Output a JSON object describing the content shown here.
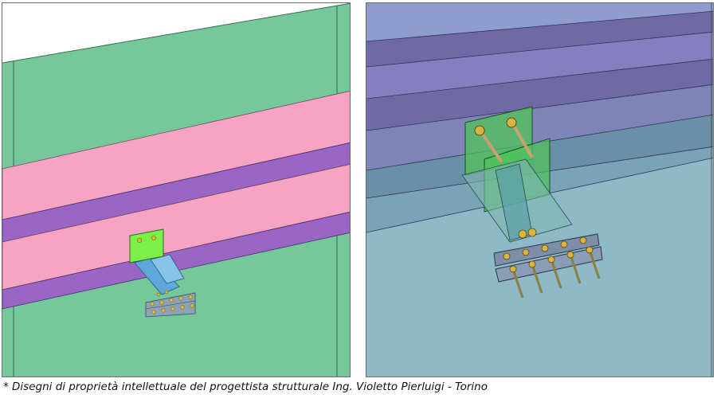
{
  "caption": {
    "text": "* Disegni di proprietà intellettuale del progettista strutturale Ing. Violetto Pierluigi - Torino"
  },
  "views": [
    {
      "name": "left-view",
      "colors": {
        "wall": "#74c89a",
        "beam_face": "#f6a3c4",
        "flange": "#9966c6",
        "plate": "#7cf04a",
        "bracket": "#5fa8de",
        "anchor_bar": "#8ea2b6",
        "bolt": "#e0c030"
      }
    },
    {
      "name": "right-view",
      "colors": {
        "ceiling": "#8f9cd0",
        "band": "#6f6aa6",
        "wall": "#90b9c8",
        "plate": "#4fc45a",
        "bar": "#7c8ea8",
        "bolt": "#d8b440"
      }
    }
  ]
}
